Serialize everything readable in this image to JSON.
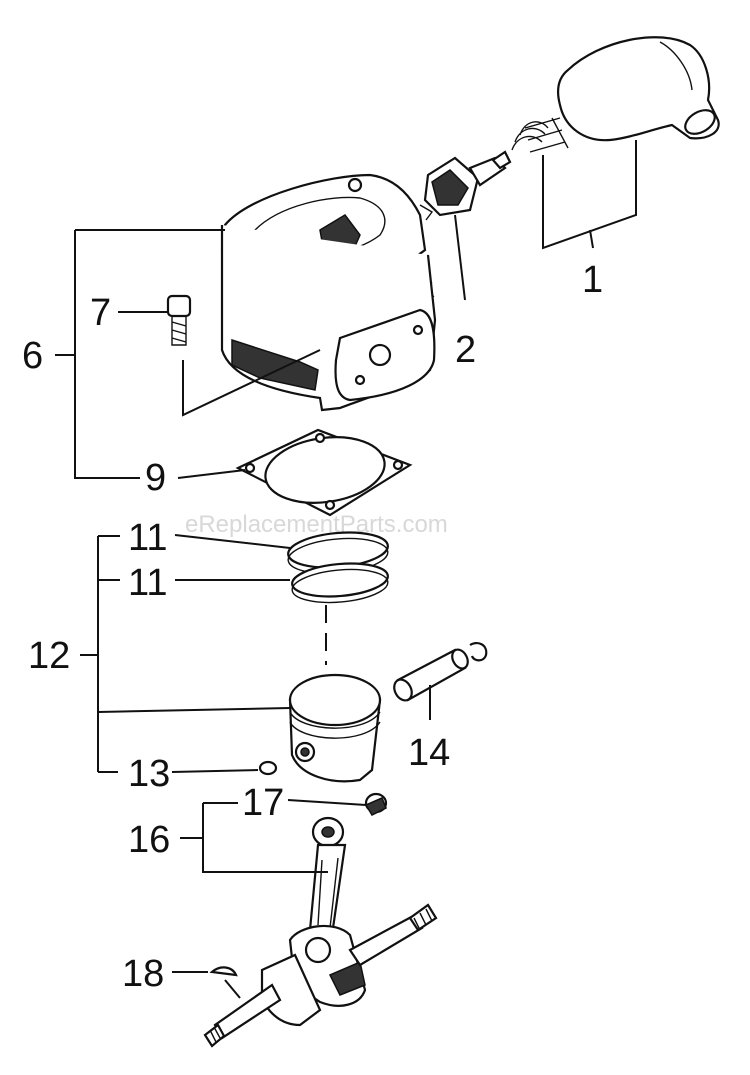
{
  "watermark": "eReplacementParts.com",
  "callouts": {
    "p1": "1",
    "p2": "2",
    "p6": "6",
    "p7": "7",
    "p9": "9",
    "p11a": "11",
    "p11b": "11",
    "p12": "12",
    "p13": "13",
    "p14": "14",
    "p16": "16",
    "p17": "17",
    "p18": "18"
  },
  "parts": [
    "spark-plug-boot",
    "spark-plug",
    "cylinder",
    "screw",
    "gasket",
    "piston-ring",
    "piston",
    "circlip",
    "piston-pin",
    "needle-bearing",
    "crankshaft",
    "woodruff-key"
  ]
}
